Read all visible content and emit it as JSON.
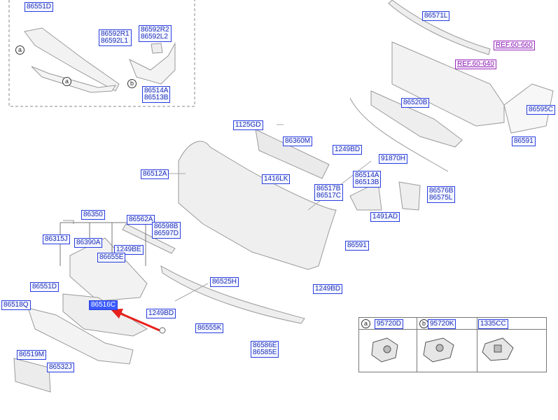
{
  "colors": {
    "label_border": "#2a3fe0",
    "label_text": "#1b2db8",
    "highlight_fill": "#3b5bff",
    "ref_text": "#8a1fb0",
    "arrow": "#e8201c",
    "part_line": "#9a9a9a"
  },
  "labels": {
    "p86551D_top": "86551D",
    "p86592R1": "86592R1",
    "p86592L1": "86592L1",
    "p86592R2": "86592R2",
    "p86592L2": "86592L2",
    "p86514A_top": "86514A",
    "p86513B_top": "86513B",
    "p86571L": "86571L",
    "ref1": "REF.60-660",
    "ref2": "REF.60-640",
    "p86520B": "86520B",
    "p86595C": "86595C",
    "p1125GD": "1125GD",
    "p86360M": "86360M",
    "p1249BD_a": "1249BD",
    "p91870H": "91870H",
    "p86591_a": "86591",
    "p86512A": "86512A",
    "p1416LK": "1416LK",
    "p86514A": "86514A",
    "p86513B": "86513B",
    "p86517B": "86517B",
    "p86517C": "86517C",
    "p86576B": "86576B",
    "p86575L": "86575L",
    "p1491AD": "1491AD",
    "p86350": "86350",
    "p86562A": "86562A",
    "p86598B": "86598B",
    "p86597D": "86597D",
    "p86315J": "86315J",
    "p86390A": "86390A",
    "p1249BE": "1249BE",
    "p86655E": "86655E",
    "p86591_b": "86591",
    "p86525H": "86525H",
    "p1249BD_b": "1249BD",
    "p86551D": "86551D",
    "p86518Q": "86518Q",
    "p86516C": "86516C",
    "p1249BD_c": "1249BD",
    "p86555K": "86555K",
    "p86586E": "86586E",
    "p86585E": "86585E",
    "p86519M": "86519M",
    "p86532J": "86532J"
  },
  "callouts": {
    "a": "a",
    "b": "b"
  },
  "legend": [
    {
      "tag": "a",
      "part": "95720D"
    },
    {
      "tag": "b",
      "part": "95720K"
    },
    {
      "tag": "",
      "part": "1335CC"
    }
  ]
}
